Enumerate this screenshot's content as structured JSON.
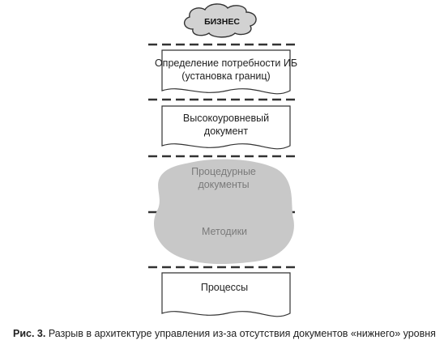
{
  "diagram": {
    "cloud": {
      "label": "БИЗНЕС"
    },
    "documents": [
      {
        "id": "need",
        "lines": [
          "Определение потребности ИБ",
          "(установка границ)"
        ]
      },
      {
        "id": "high",
        "lines": [
          "Высокоуровневый",
          "документ"
        ]
      },
      {
        "id": "proc",
        "lines": [
          "Процессы"
        ]
      }
    ],
    "blob": {
      "upper_lines": [
        "Процедурные",
        "документы"
      ],
      "lower_lines": [
        "Методики"
      ]
    }
  },
  "caption": {
    "number": "Рис. 3.",
    "text": "Разрыв в архитектуре управления из-за отсутствия документов «нижнего» уровня"
  },
  "colors": {
    "stroke": "#333333",
    "blob_fill": "#c8c8c8",
    "cloud_fill": "#d2d2d2",
    "doc_fill": "#ffffff"
  }
}
